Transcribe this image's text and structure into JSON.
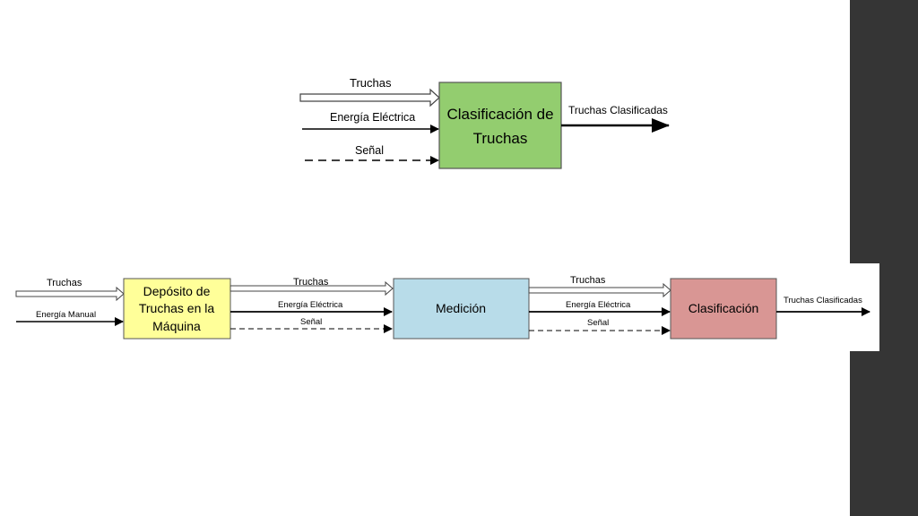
{
  "top_diagram": {
    "inputs": {
      "truchas": "Truchas",
      "energia_electrica": "Energía Eléctrica",
      "senal": "Señal"
    },
    "box": {
      "line1": "Clasificación de",
      "line2": "Truchas",
      "color": "#93cd6f"
    },
    "output": "Truchas Clasificadas"
  },
  "bottom_diagram": {
    "inputs": {
      "truchas": "Truchas",
      "energia_manual": "Energía Manual"
    },
    "deposito": {
      "line1": "Depósito de",
      "line2": "Truchas en la",
      "line3": "Máquina",
      "color": "#ffff99"
    },
    "link1": {
      "truchas": "Truchas",
      "energia_electrica": "Energía Eléctrica",
      "senal": "Señal"
    },
    "medicion": {
      "label": "Medición",
      "color": "#b8dce9"
    },
    "link2": {
      "truchas": "Truchas",
      "energia_electrica": "Energía Eléctrica",
      "senal": "Señal"
    },
    "clasificacion": {
      "label": "Clasificación",
      "color": "#d99694"
    },
    "output": "Truchas Clasificadas"
  },
  "colors": {
    "side_panel": "#353535",
    "stroke": "#333333"
  }
}
